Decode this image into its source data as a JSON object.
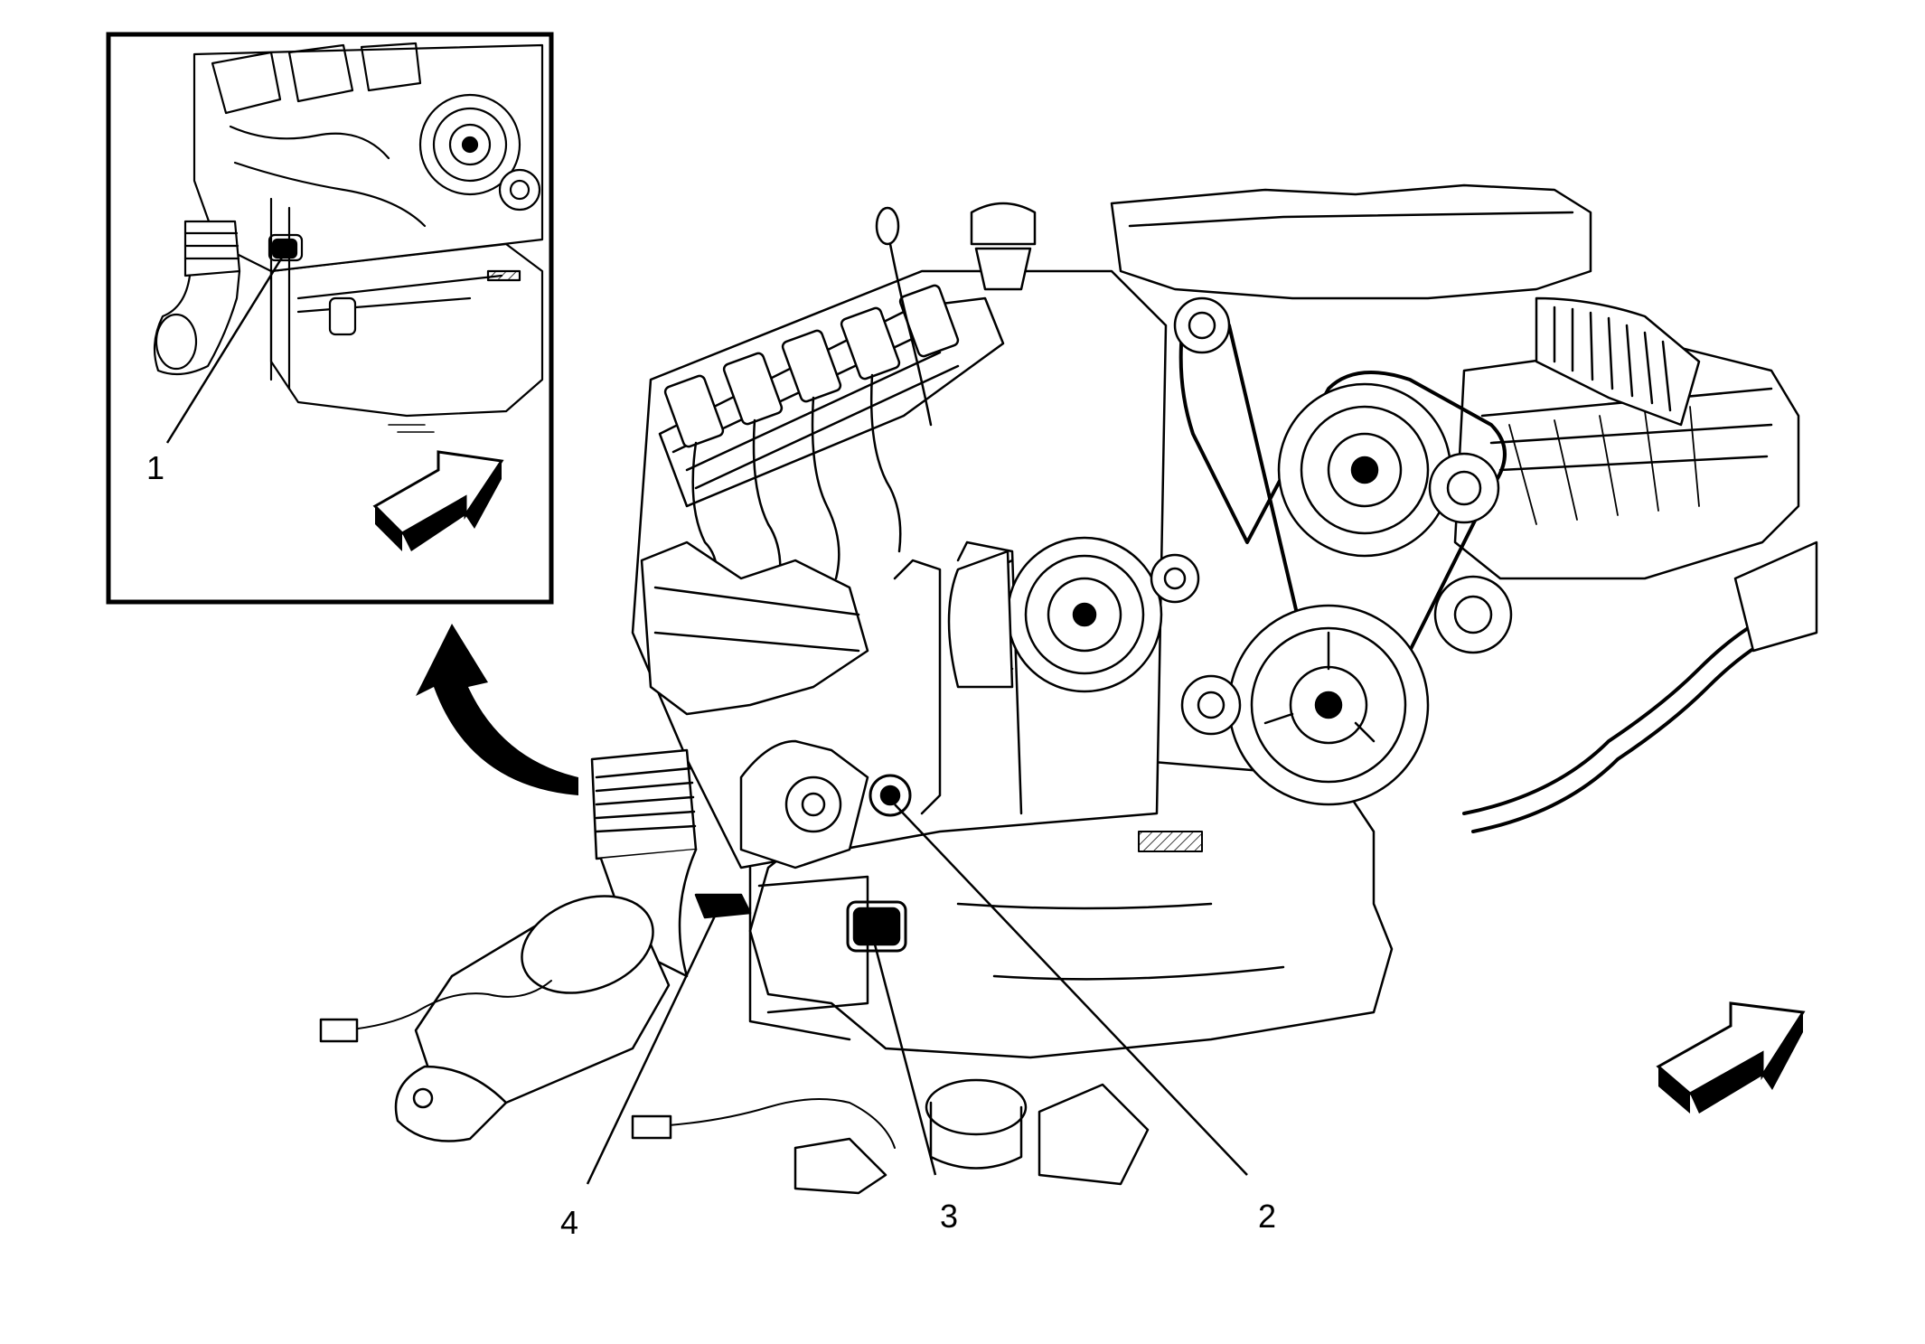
{
  "diagram": {
    "stroke_color": "#000000",
    "background_color": "#ffffff",
    "inset_view": {
      "icon": "zoom-detail-inset"
    },
    "callouts": [
      {
        "label": "1",
        "part": "inset-sensor-detail"
      },
      {
        "label": "2",
        "part": "engine-block-sensor"
      },
      {
        "label": "3",
        "part": "oil-pan-sensor"
      },
      {
        "label": "4",
        "part": "exhaust-bracket-sensor"
      }
    ],
    "arrows": [
      {
        "icon": "direction-arrow-icon",
        "where": "inset"
      },
      {
        "icon": "direction-arrow-icon",
        "where": "main"
      },
      {
        "icon": "curved-arrow-icon",
        "where": "inset-pointer"
      }
    ]
  }
}
